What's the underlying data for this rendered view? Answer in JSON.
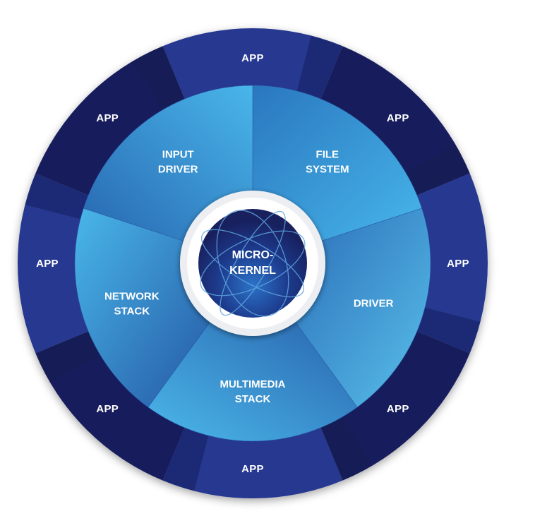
{
  "apps": [
    "APP",
    "APP",
    "APP",
    "APP",
    "APP",
    "APP",
    "APP",
    "APP"
  ],
  "services": [
    {
      "line1": "FILE",
      "line2": "SYSTEM"
    },
    {
      "line1": "DRIVER",
      "line2": ""
    },
    {
      "line1": "MULTIMEDIA",
      "line2": "STACK"
    },
    {
      "line1": "NETWORK",
      "line2": "STACK"
    },
    {
      "line1": "INPUT",
      "line2": "DRIVER"
    }
  ],
  "kernel": {
    "line1": "MICRO-",
    "line2": "KERNEL"
  },
  "colors": {
    "outer_ring_light": "#283890",
    "outer_ring_dark": "#161f5c",
    "service_light": "#45b4e8",
    "service_dark": "#1f5aa5",
    "center_ring": "#eef0f3",
    "kernel_dark": "#1b2670",
    "kernel_light": "#2a6fc4",
    "orbit": "#5fa6e0",
    "label": "#ffffff"
  }
}
